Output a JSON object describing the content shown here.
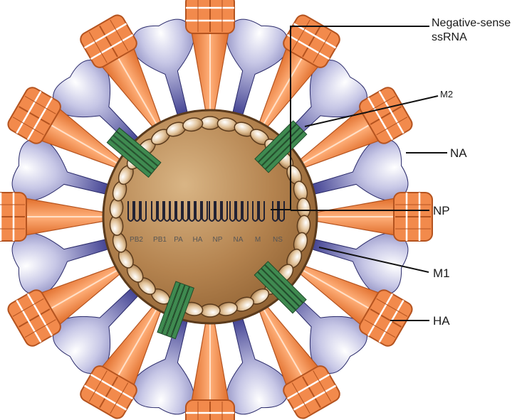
{
  "labels": {
    "ssrna_line1": "Negative-sense",
    "ssrna_line2": "ssRNA",
    "m2": "M2",
    "na": "NA",
    "np": "NP",
    "m1": "M1",
    "ha": "HA"
  },
  "segments": [
    "PB2",
    "PB1",
    "PA",
    "HA",
    "NP",
    "NA",
    "M",
    "NS"
  ],
  "colors": {
    "core": "#a97543",
    "core_highlight": "#d9b585",
    "core_edge": "#5a3a1c",
    "orange": "#f28a4c",
    "orange_dark": "#b4531f",
    "purple": "#4a4a9a",
    "purple_light": "#ffffff",
    "m2_green": "#3f8a50",
    "m2_dark": "#1f4b2a",
    "bead": "#d8b27e",
    "bead_edge": "#5a3a1c",
    "rna": "#222233"
  }
}
